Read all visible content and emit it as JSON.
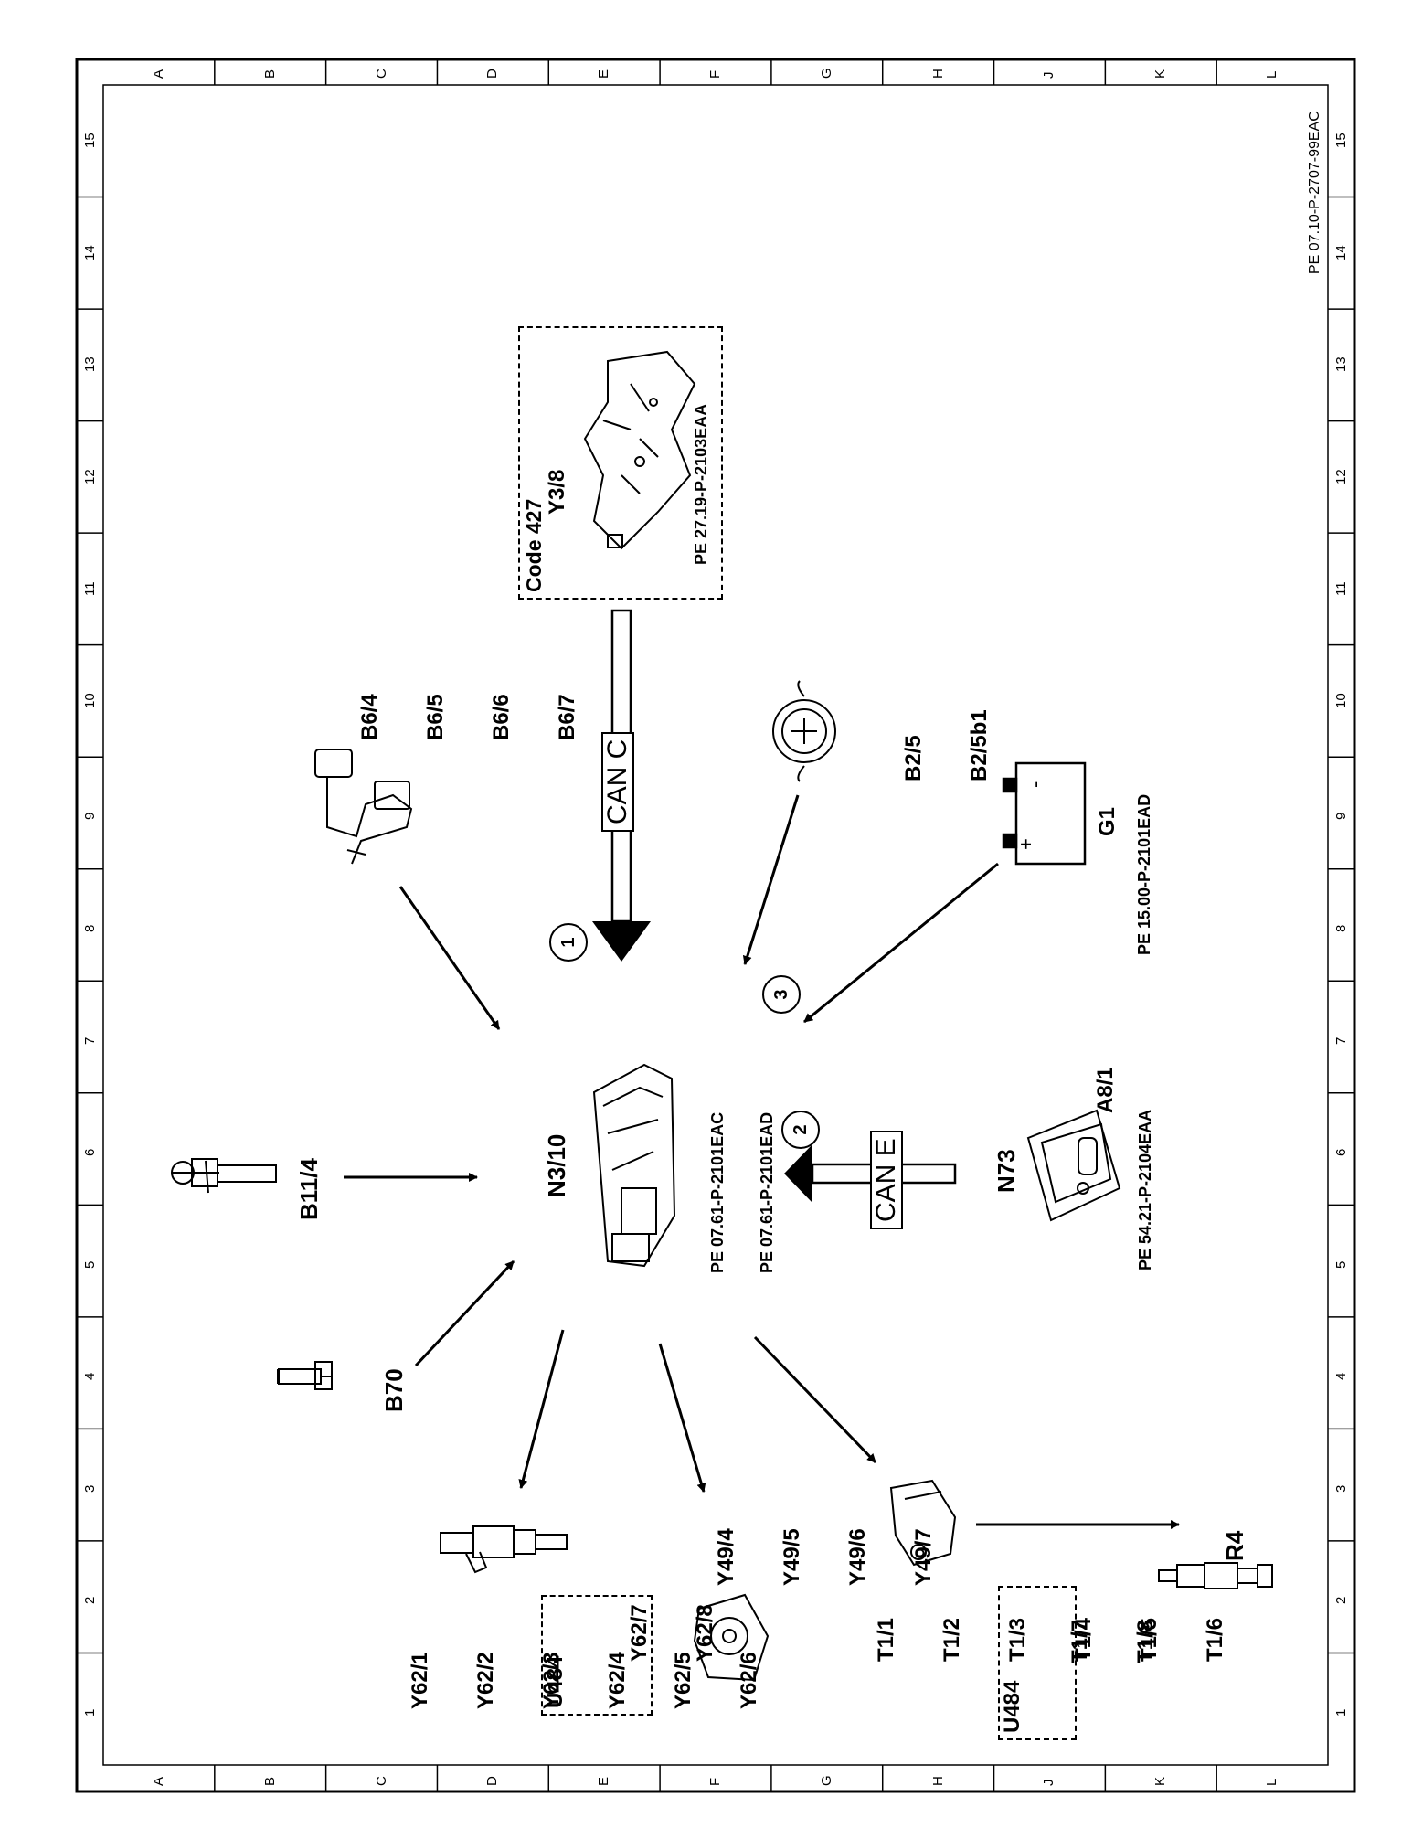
{
  "doc_id": "PE 07.10-P-2707-99EAC",
  "frame": {
    "col_letters": [
      "A",
      "B",
      "C",
      "D",
      "E",
      "F",
      "G",
      "H",
      "J",
      "K",
      "L"
    ],
    "row_numbers": [
      "15",
      "14",
      "13",
      "12",
      "11",
      "10",
      "9",
      "8",
      "7",
      "6",
      "5",
      "4",
      "3",
      "2",
      "1"
    ]
  },
  "components": {
    "y38": {
      "code": "Code 427",
      "name": "Y3/8",
      "ref": "PE 27.19-P-2103EAA"
    },
    "can_c": {
      "label": "CAN C",
      "marker": "1"
    },
    "b64": {
      "names": [
        "B6/4",
        "B6/5",
        "B6/6",
        "B6/7"
      ]
    },
    "b25": {
      "names": [
        "B2/5",
        "B2/5b1"
      ]
    },
    "g1": {
      "name": "G1",
      "ref": "PE 15.00-P-2101EAD",
      "plus": "+",
      "minus": "-",
      "marker": "3"
    },
    "n310": {
      "name": "N3/10",
      "refs": [
        "PE 07.61-P-2101EAC",
        "PE 07.61-P-2101EAD"
      ]
    },
    "can_e": {
      "label": "CAN E",
      "marker": "2"
    },
    "n73": {
      "name": "N73",
      "sub": "A8/1",
      "ref": "PE 54.21-P-2104EAA"
    },
    "b114": {
      "name": "B11/4"
    },
    "b70": {
      "name": "B70"
    },
    "y62": {
      "names": [
        "Y62/1",
        "Y62/2",
        "Y62/3",
        "Y62/4",
        "Y62/5",
        "Y62/6"
      ],
      "box_code": "U484",
      "box_names": [
        "Y62/7",
        "Y62/8"
      ]
    },
    "y49": {
      "names": [
        "Y49/4",
        "Y49/5",
        "Y49/6",
        "Y49/7"
      ]
    },
    "t1": {
      "names": [
        "T1/1",
        "T1/2",
        "T1/3",
        "T1/4",
        "T1/5",
        "T1/6"
      ],
      "box_code": "U484",
      "box_names": [
        "T1/7",
        "T1/8"
      ]
    },
    "r4": {
      "name": "R4"
    }
  }
}
